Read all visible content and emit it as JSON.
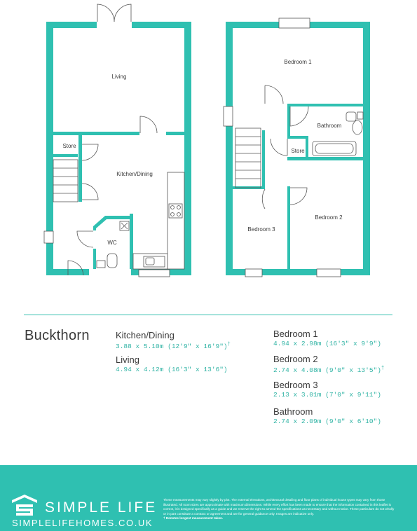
{
  "rooms_ground": {
    "living": "Living",
    "store": "Store",
    "kitchen": "Kitchen/Dining",
    "wc": "WC"
  },
  "rooms_first": {
    "bedroom1": "Bedroom 1",
    "bathroom": "Bathroom",
    "store": "Store",
    "bedroom2": "Bedroom 2",
    "bedroom3": "Bedroom 3"
  },
  "house_name": "Buckthorn",
  "schedule_left": [
    {
      "name": "Kitchen/Dining",
      "dims": "3.88 x 5.10m (12'9\" x 16'9\")",
      "mark": "†"
    },
    {
      "name": "Living",
      "dims": "4.94 x 4.12m (16'3\" x 13'6\")",
      "mark": ""
    }
  ],
  "schedule_right": [
    {
      "name": "Bedroom 1",
      "dims": "4.94 x 2.98m (16'3\" x 9'9\")",
      "mark": ""
    },
    {
      "name": "Bedroom 2",
      "dims": "2.74 x 4.08m  (9'0\" x 13'5\")",
      "mark": "†"
    },
    {
      "name": "Bedroom 3",
      "dims": "2.13 x 3.01m (7'0\" x 9'11\")",
      "mark": ""
    },
    {
      "name": "Bathroom",
      "dims": "2.74 x 2.09m (9'0\" x 6'10\")",
      "mark": ""
    }
  ],
  "footer": {
    "brand": "SIMPLE LIFE",
    "url": "SIMPLELIFEHOMES.CO.UK",
    "disclaimer": "These measurements may vary slightly by plot. The external elevations, architectural detailing and floor plans of individual house types may vary from those illustrated. All room sizes are approximate with maximum dimensions. While every effort has been made to ensure that the information contained in this leaflet is correct, it is designed specifically as a guide and we reserve the right to amend the specifications as necessary and without notice. These particulars do not wholly or in part constitute a contract or agreement and are for general guidance only. Images are indicative only.",
    "disclaimer_note": "† Denotes longest measurement taken."
  },
  "colors": {
    "wall": "#2fc0b1",
    "accent": "#2fb3a4",
    "text": "#3a3a3a"
  }
}
